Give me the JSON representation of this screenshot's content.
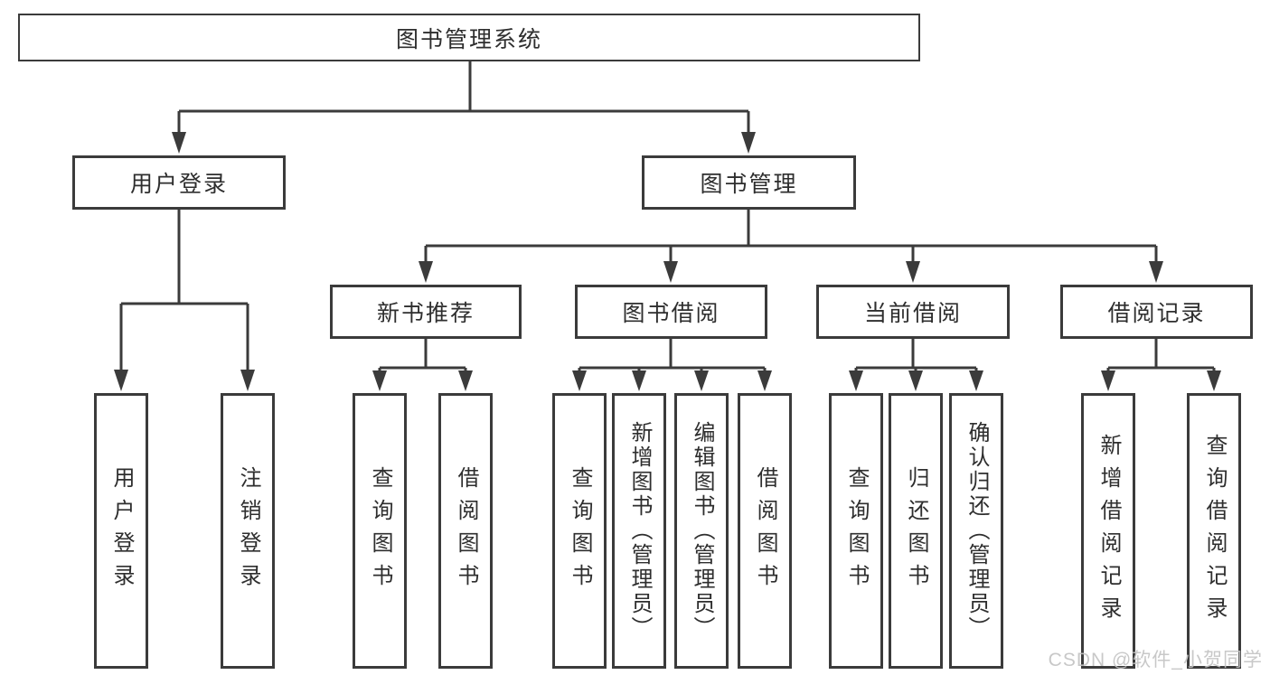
{
  "diagram": {
    "root": {
      "label": "图书管理系统"
    },
    "level2": [
      {
        "id": "user-login",
        "label": "用户登录"
      },
      {
        "id": "book-management",
        "label": "图书管理"
      }
    ],
    "level3": [
      {
        "id": "new-book-recommend",
        "label": "新书推荐",
        "parent": "图书管理"
      },
      {
        "id": "book-borrow",
        "label": "图书借阅",
        "parent": "图书管理"
      },
      {
        "id": "current-borrow",
        "label": "当前借阅",
        "parent": "图书管理"
      },
      {
        "id": "borrow-record",
        "label": "借阅记录",
        "parent": "图书管理"
      }
    ],
    "leaves": [
      {
        "label": "用户登录",
        "parent": "用户登录"
      },
      {
        "label": "注销登录",
        "parent": "用户登录"
      },
      {
        "label": "查询图书",
        "parent": "新书推荐"
      },
      {
        "label": "借阅图书",
        "parent": "新书推荐"
      },
      {
        "label": "查询图书",
        "parent": "图书借阅"
      },
      {
        "label": "新增图书（管理员）",
        "parent": "图书借阅"
      },
      {
        "label": "编辑图书（管理员）",
        "parent": "图书借阅"
      },
      {
        "label": "借阅图书",
        "parent": "图书借阅"
      },
      {
        "label": "查询图书",
        "parent": "当前借阅"
      },
      {
        "label": "归还图书",
        "parent": "当前借阅"
      },
      {
        "label": "确认归还（管理员）",
        "parent": "当前借阅"
      },
      {
        "label": "新增借阅记录",
        "parent": "借阅记录"
      },
      {
        "label": "查询借阅记录",
        "parent": "借阅记录"
      }
    ]
  },
  "watermark": {
    "text": "CSDN @软件_小贺同学"
  },
  "colors": {
    "line": "#3b3b3b",
    "box_border": "#3b3b3b",
    "text": "#2e2e2e",
    "watermark": "#c3c3c3",
    "background": "#ffffff"
  }
}
